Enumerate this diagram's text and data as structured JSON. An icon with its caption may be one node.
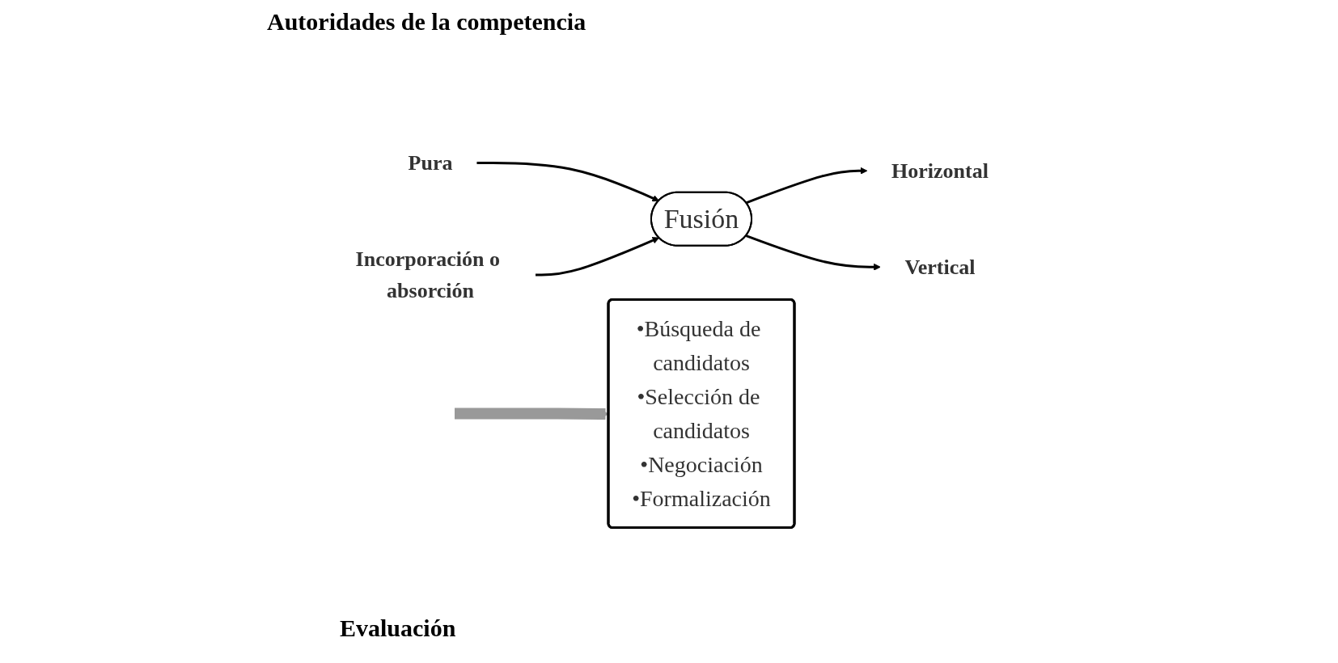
{
  "diagram": {
    "nodes": [
      {
        "text": [
          "Pura"
        ]
      },
      {
        "text": [
          "Incorporación o absorción"
        ]
      },
      {
        "text": [
          "Fusión"
        ]
      },
      {
        "text": [
          "Horizontal"
        ]
      },
      {
        "text": [
          "Vertical"
        ]
      },
      {
        "text": [
          "•Búsqueda de candidatos",
          "•Selección de candidatos",
          "•Negociación",
          "•Formalización"
        ]
      }
    ],
    "edges": [
      {
        "from": 0,
        "to": 2,
        "arrow": "to"
      },
      {
        "from": 1,
        "to": 2,
        "arrow": "to"
      },
      {
        "from": 2,
        "to": 3,
        "arrow": "to"
      },
      {
        "from": 2,
        "to": 4,
        "arrow": "to"
      },
      {
        "from": null,
        "to": 5,
        "arrow": "to",
        "style": "thick",
        "color": "#999999"
      }
    ],
    "labels": [
      "Autoridades de la competencia",
      "Evaluación"
    ]
  }
}
